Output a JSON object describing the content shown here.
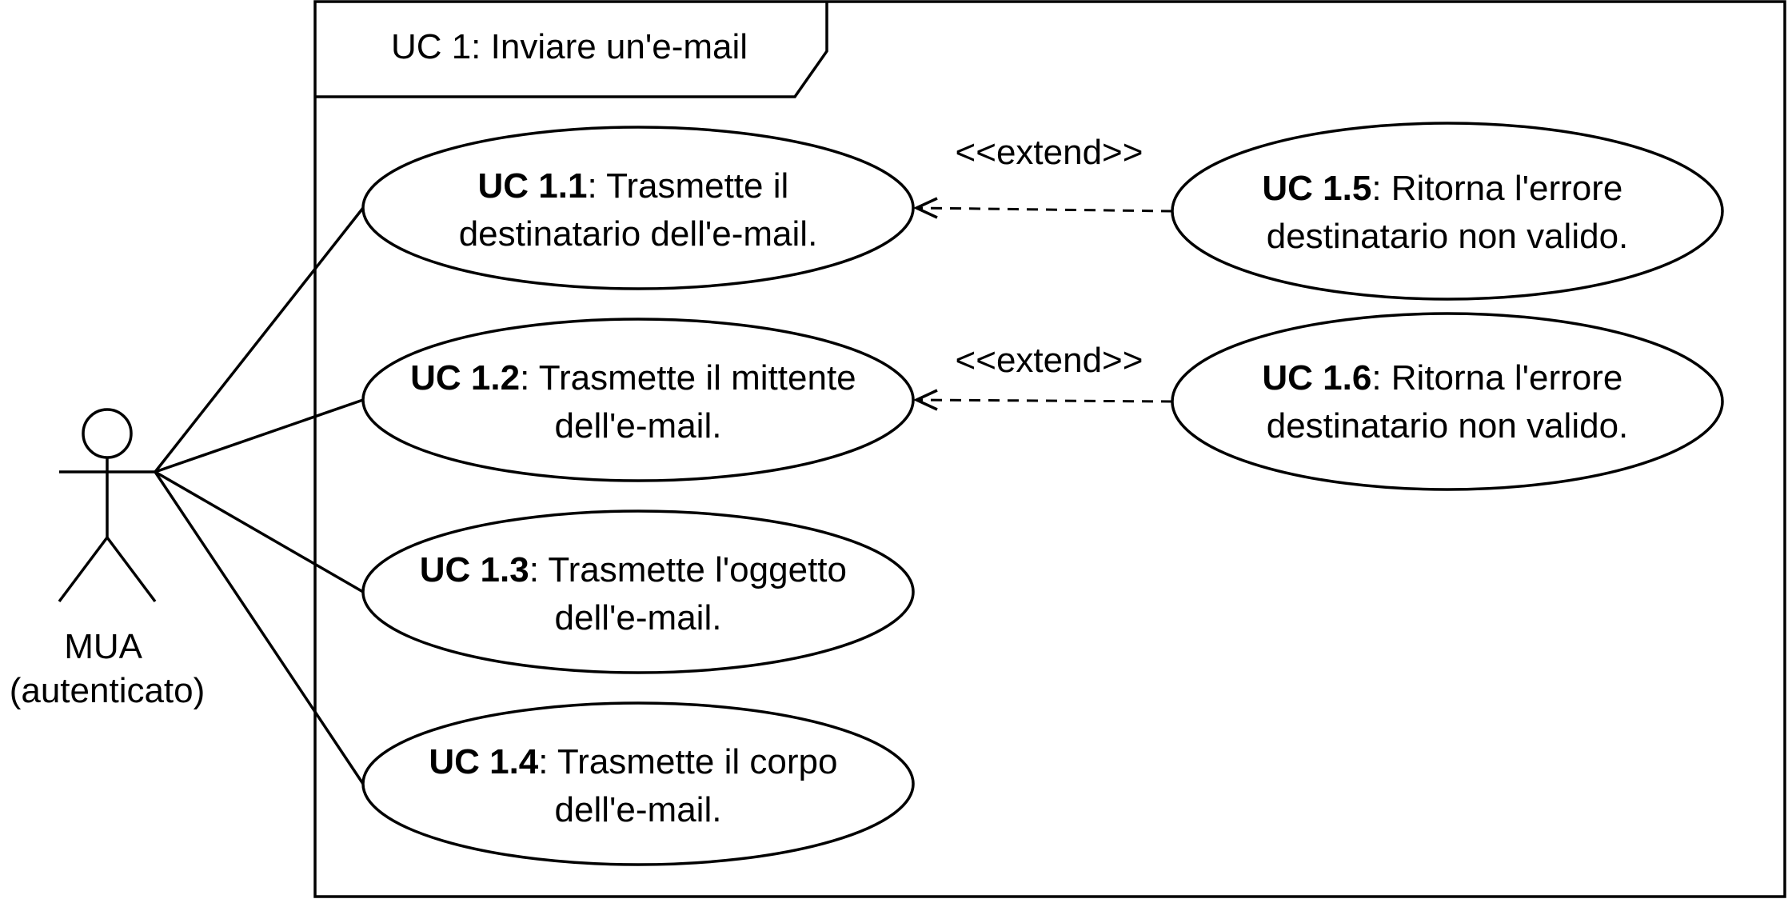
{
  "frame": {
    "title": "UC 1: Inviare un'e-mail"
  },
  "actor": {
    "label_line1": "MUA",
    "label_line2": "(autenticato)"
  },
  "use_cases": {
    "uc11": {
      "id": "UC 1.1",
      "line1": ": Trasmette il",
      "line2": "destinatario dell'e-mail."
    },
    "uc12": {
      "id": "UC 1.2",
      "line1": ": Trasmette il mittente",
      "line2": "dell'e-mail."
    },
    "uc13": {
      "id": "UC 1.3",
      "line1": ": Trasmette l'oggetto",
      "line2": "dell'e-mail."
    },
    "uc14": {
      "id": "UC 1.4",
      "line1": ": Trasmette il corpo",
      "line2": "dell'e-mail."
    },
    "uc15": {
      "id": "UC 1.5",
      "line1": ": Ritorna l'errore",
      "line2": "destinatario non valido."
    },
    "uc16": {
      "id": "UC 1.6",
      "line1": ": Ritorna l'errore",
      "line2": "destinatario non valido."
    }
  },
  "relations": {
    "extend1": "<<extend>>",
    "extend2": "<<extend>>"
  }
}
